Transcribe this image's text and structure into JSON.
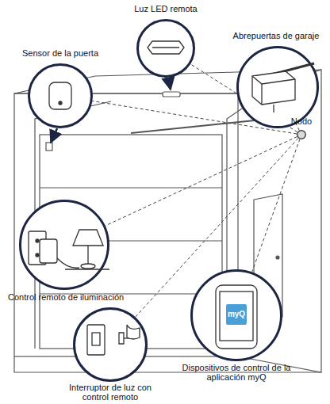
{
  "diagram": {
    "nodes": [
      {
        "text": [
          "Luz LED remota"
        ]
      },
      {
        "text": [
          "Sensor de la puerta"
        ]
      },
      {
        "text": [
          "Abrepuertas de garaje"
        ]
      },
      {
        "text": [
          "Nodo"
        ]
      },
      {
        "text": [
          "Control remoto de iluminación"
        ]
      },
      {
        "text": [
          "Interruptor de luz con control remoto"
        ]
      },
      {
        "text": [
          "Dispositivos de control de la aplicación myQ"
        ]
      }
    ],
    "edges": [
      {
        "from": 3,
        "to": 0,
        "arrow": "none"
      },
      {
        "from": 3,
        "to": 1,
        "arrow": "none"
      },
      {
        "from": 3,
        "to": 2,
        "arrow": "none"
      },
      {
        "from": 3,
        "to": 4,
        "arrow": "none"
      },
      {
        "from": 3,
        "to": 5,
        "arrow": "none"
      },
      {
        "from": 3,
        "to": 6,
        "arrow": "none"
      }
    ],
    "labels": [
      "myQ"
    ]
  }
}
